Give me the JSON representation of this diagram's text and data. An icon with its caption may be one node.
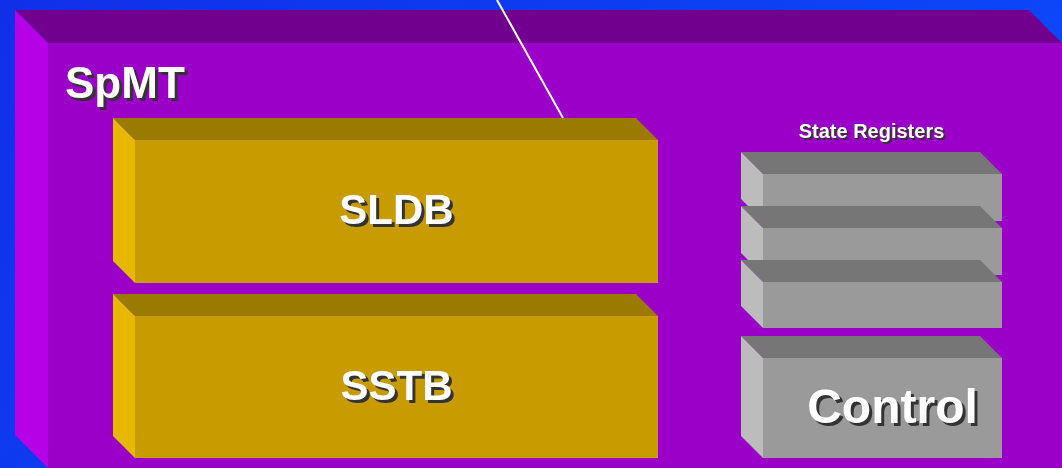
{
  "diagram": {
    "nodes": [
      {
        "text": [
          "SpMT"
        ]
      },
      {
        "text": [
          "SLDB"
        ],
        "in": 0
      },
      {
        "text": [
          "SSTB"
        ],
        "in": 0
      },
      {
        "text": [],
        "shape": "box",
        "in": 0
      },
      {
        "text": [],
        "shape": "box",
        "in": 0
      },
      {
        "text": [],
        "shape": "box",
        "in": 0
      },
      {
        "text": [
          "Control"
        ],
        "in": 0
      }
    ],
    "edges": [
      {
        "from": null,
        "to": 1,
        "arrow": "none"
      }
    ],
    "labels": [
      "State Registers"
    ]
  }
}
